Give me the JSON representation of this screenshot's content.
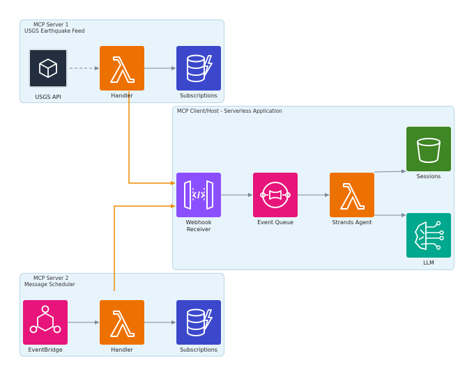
{
  "groups": {
    "server1": {
      "line1": "MCP Server 1",
      "line2": "USGS Earthquake Feed"
    },
    "client": {
      "line1": "MCP Client/Host - Serverless Application"
    },
    "server2": {
      "line1": "MCP Server 2",
      "line2": "Message Scheduler"
    }
  },
  "nodes": {
    "usgs_api": {
      "label": "USGS API",
      "icon": "cube-icon"
    },
    "handler1": {
      "label": "Handler",
      "icon": "lambda-icon"
    },
    "subscriptions1": {
      "label": "Subscriptions",
      "icon": "dynamodb-icon"
    },
    "webhook": {
      "label_line1": "Webhook",
      "label_line2": "Receiver",
      "icon": "api-gateway-icon"
    },
    "event_queue": {
      "label": "Event Queue",
      "icon": "sqs-icon"
    },
    "strands_agent": {
      "label": "Strands Agent",
      "icon": "lambda-icon"
    },
    "sessions": {
      "label": "Sessions",
      "icon": "s3-bucket-icon"
    },
    "llm": {
      "label": "LLM",
      "icon": "bedrock-icon"
    },
    "eventbridge": {
      "label": "EventBridge",
      "icon": "eventbridge-icon"
    },
    "handler2": {
      "label": "Handler",
      "icon": "lambda-icon"
    },
    "subscriptions2": {
      "label": "Subscriptions",
      "icon": "dynamodb-icon"
    }
  },
  "colors": {
    "compute": "#ed7100",
    "database": "#3b48cc",
    "storage": "#3f8624",
    "integration": "#e7157b",
    "networking": "#8c4fff",
    "ml": "#01a88d",
    "dark": "#232f3e",
    "edge": "#7d8998",
    "edge_highlight": "#f08c00"
  },
  "edges": [
    {
      "from": "USGS API",
      "to": "Handler",
      "style": "dashed"
    },
    {
      "from": "Handler",
      "to": "Subscriptions",
      "style": "solid"
    },
    {
      "from": "Handler",
      "to": "Webhook Receiver",
      "style": "orange"
    },
    {
      "from": "Webhook Receiver",
      "to": "Event Queue",
      "style": "solid"
    },
    {
      "from": "Event Queue",
      "to": "Strands Agent",
      "style": "solid"
    },
    {
      "from": "Strands Agent",
      "to": "Sessions",
      "style": "solid"
    },
    {
      "from": "Strands Agent",
      "to": "LLM",
      "style": "solid"
    },
    {
      "from": "EventBridge",
      "to": "Handler",
      "style": "solid"
    },
    {
      "from": "Handler",
      "to": "Subscriptions",
      "style": "solid"
    },
    {
      "from": "Handler",
      "to": "Webhook Receiver",
      "style": "orange"
    }
  ]
}
